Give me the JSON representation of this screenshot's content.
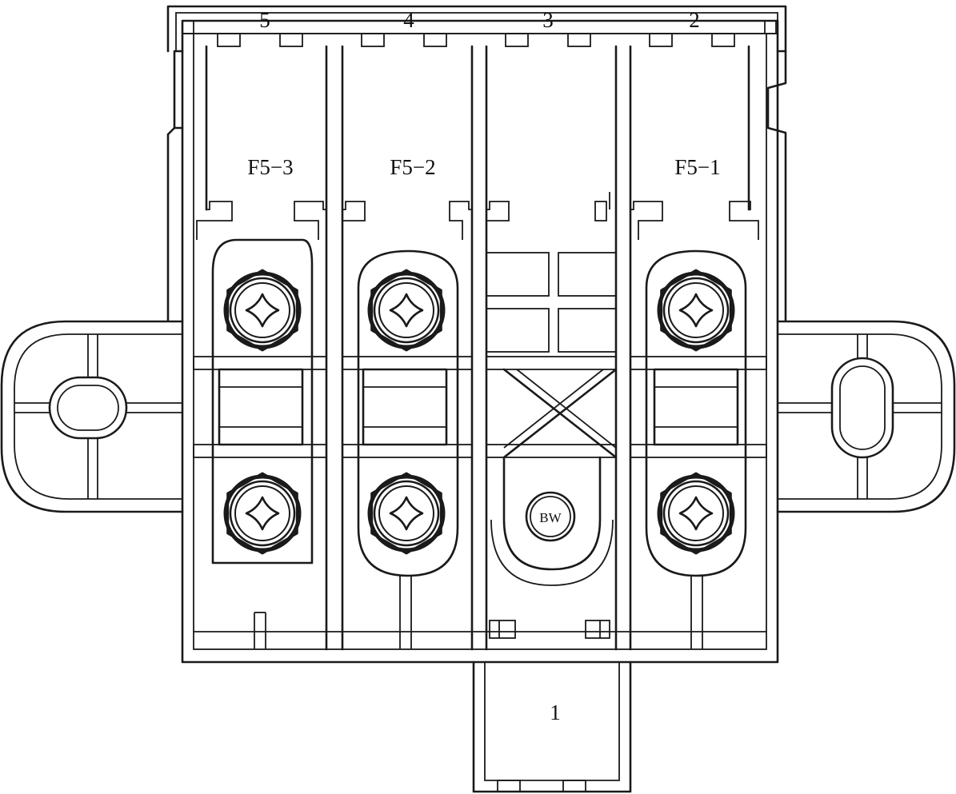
{
  "terminal_numbers": {
    "t1": "1",
    "t2": "2",
    "t3": "3",
    "t4": "4",
    "t5": "5"
  },
  "fuse_labels": {
    "f53": "F5−3",
    "f52": "F5−2",
    "f51": "F5−1"
  },
  "marking": "BW",
  "icons": {
    "screw": "phillips-screw-icon",
    "mount": "mounting-ear",
    "marker": "bw-marker"
  }
}
